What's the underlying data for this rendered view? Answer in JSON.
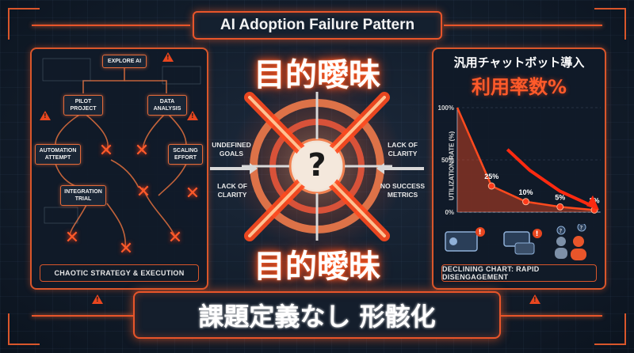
{
  "header": {
    "title": "AI Adoption Failure Pattern"
  },
  "left_panel": {
    "nodes": {
      "explore": "EXPLORE AI",
      "pilot": "PILOT\nPROJECT",
      "data": "DATA\nANALYSIS",
      "automation": "AUTOMATION\nATTEMPT",
      "scaling": "SCALING\nEFFORT",
      "integration": "INTEGRATION\nTRIAL"
    },
    "caption": "CHAOTIC STRATEGY & EXECUTION"
  },
  "center": {
    "top_text": "目的曖昧",
    "bottom_text": "目的曖昧",
    "center_symbol": "?",
    "labels": {
      "left_top": "UNDEFINED\nGOALS",
      "left_bottom": "LACK OF\nCLARITY",
      "right_top": "LACK OF\nCLARITY",
      "right_bottom": "NO SUCCESS\nMETRICS"
    }
  },
  "right_panel": {
    "title1": "汎用チャットボット導入",
    "title2": "利用率数%",
    "caption": "DECLINING CHART: RAPID DISENGAGEMENT"
  },
  "chart_data": {
    "type": "line",
    "ylabel": "UTILIZATION RATE (%)",
    "yticks": [
      "100%",
      "50%",
      "0%"
    ],
    "ylim": [
      0,
      100
    ],
    "points": [
      {
        "x": 0,
        "y": 100
      },
      {
        "x": 1,
        "y": 25,
        "label": "25%"
      },
      {
        "x": 2,
        "y": 10,
        "label": "10%"
      },
      {
        "x": 3,
        "y": 5,
        "label": "5%"
      },
      {
        "x": 4,
        "y": 2,
        "label": "2%"
      }
    ],
    "color": "#ff4a1e"
  },
  "banner": {
    "text": "課題定義なし 形骸化"
  },
  "colors": {
    "accent": "#e8552a",
    "background": "#0e1826"
  }
}
